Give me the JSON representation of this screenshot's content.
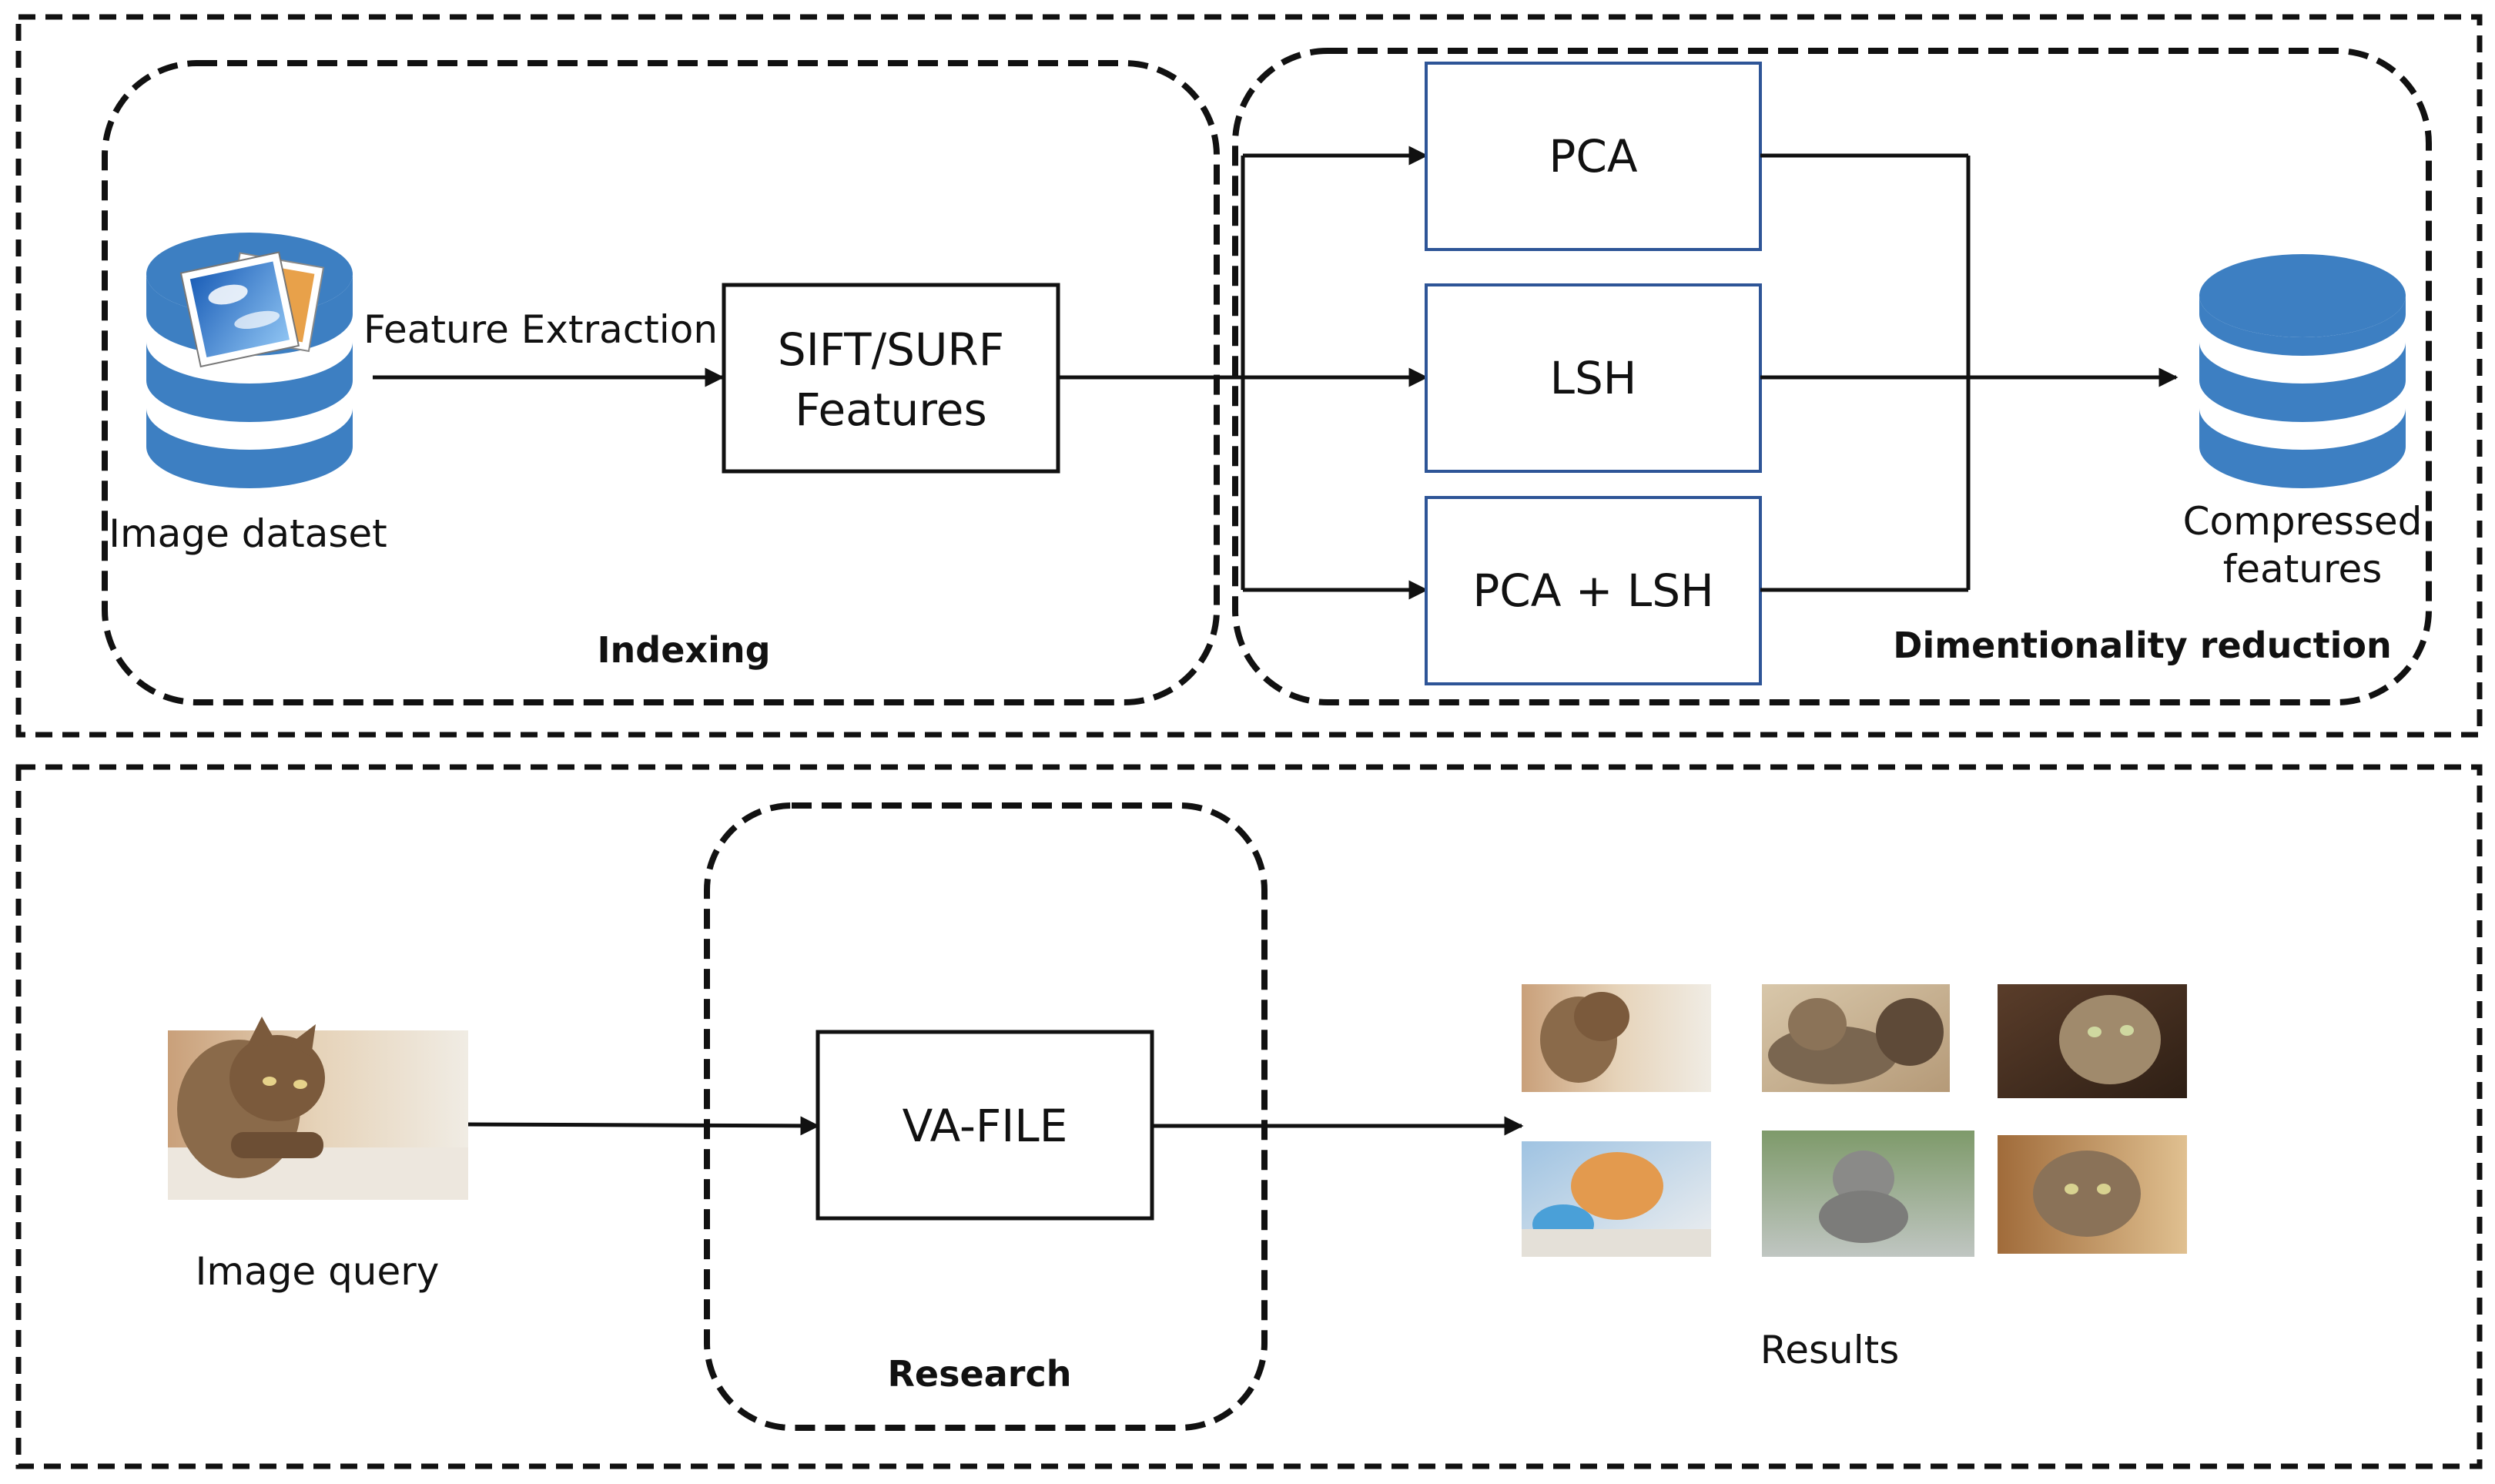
{
  "indexing": {
    "image_dataset_label": "Image dataset",
    "feature_extraction_label": "Feature Extraction",
    "sift_surf_line1": "SIFT/SURF",
    "sift_surf_line2": "Features",
    "group_label": "Indexing"
  },
  "dimensionality_reduction": {
    "methods": [
      "PCA",
      "LSH",
      "PCA + LSH"
    ],
    "output_label_line1": "Compressed",
    "output_label_line2": "features",
    "group_label": "Dimentionality reduction"
  },
  "search": {
    "query_label": "Image query",
    "va_file_label": "VA-FILE",
    "group_label": "Research",
    "results_label": "Results",
    "result_count": 6
  },
  "colors": {
    "database_blue": "#3d7fc2",
    "method_box_border": "#2e5597"
  }
}
